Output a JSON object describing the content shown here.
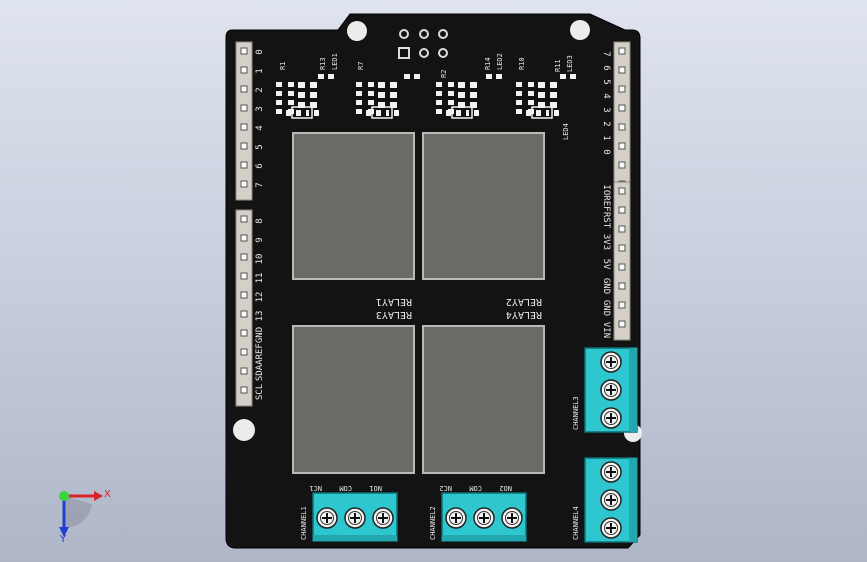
{
  "colors": {
    "background_top": "#dfe4ee",
    "background_bottom": "#aeb6c8",
    "pcb": "#131313",
    "relay": "#6a6b66",
    "terminal": "#2ec7cf",
    "header": "#d4d0c8",
    "axis_x": "#d8232a",
    "axis_y": "#1f3fd0",
    "axis_z_sphere": "#3bd43b"
  },
  "board": {
    "relays": [
      {
        "label": "RELAY1"
      },
      {
        "label": "RELAY2"
      },
      {
        "label": "RELAY3"
      },
      {
        "label": "RELAY4"
      }
    ],
    "channel_labels": [
      "CHANNEL1",
      "CHANNEL2",
      "CHANNEL3",
      "CHANNEL4"
    ],
    "terminal_pin_labels": [
      "NC1",
      "COM",
      "NO1",
      "NC2",
      "COM",
      "NO2"
    ],
    "silk_top": [
      "R13",
      "LED1",
      "R14",
      "LED2",
      "R7",
      "R10",
      "R11",
      "LED3",
      "LED4",
      "R1",
      "R2"
    ],
    "left_header_pins_top": [
      "0",
      "1",
      "2",
      "3",
      "4",
      "5",
      "6",
      "7"
    ],
    "left_header_pins_bottom": [
      "8",
      "9",
      "10",
      "11",
      "12",
      "13",
      "GND",
      "AREF",
      "SDA",
      "SCL"
    ],
    "right_header_pins_top": [
      "0",
      "1",
      "2",
      "3",
      "4",
      "5",
      "6",
      "7"
    ],
    "right_header_pins_bottom": [
      "VIN",
      "GND",
      "GND",
      "5V",
      "3V3",
      "RST",
      "IOREF"
    ]
  },
  "triad": {
    "x_label": "X",
    "y_label": "Y"
  }
}
